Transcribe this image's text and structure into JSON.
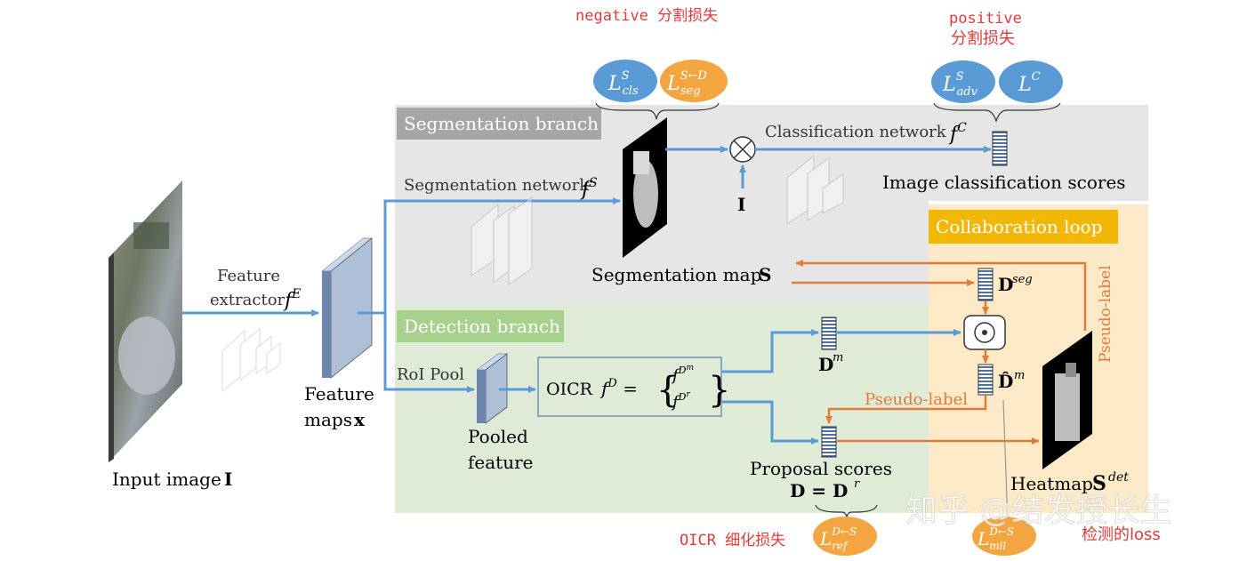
{
  "annotations": {
    "negative_seg_loss": "negative 分割损失",
    "positive_seg_loss_en": "positive",
    "positive_seg_loss_cn": "分割损失",
    "oicr_refine_loss": "OICR 细化损失",
    "detection_loss": "检测的loss"
  },
  "branches": {
    "segmentation": "Segmentation branch",
    "detection": "Detection branch",
    "collaboration": "Collaboration loop"
  },
  "labels": {
    "input_image": "Input image",
    "input_image_symbol": "I",
    "feature_extractor_1": "Feature",
    "feature_extractor_2": "extractor",
    "feature_maps_1": "Feature",
    "feature_maps_2": "maps",
    "feature_maps_symbol": "x",
    "segmentation_network": "Segmentation network",
    "classification_network": "Classification  network",
    "image_classification_scores": "Image classification scores",
    "segmentation_map": "Segmentation map",
    "segmentation_map_symbol": "S",
    "roi_pool": "RoI Pool",
    "pooled_feature_1": "Pooled",
    "pooled_feature_2": "feature",
    "oicr": "OICR",
    "proposal_scores": "Proposal scores",
    "heatmap": "Heatmap",
    "pseudo_label_horizontal": "Pseudo-label",
    "pseudo_label_vertical": "Pseudo-label",
    "image_symbol": "I",
    "d_seg": "D",
    "d_m": "D",
    "d_hat_m": "D̂",
    "d_eq": "D = D"
  },
  "losses": {
    "cls": {
      "base": "L",
      "sup": "S",
      "sub": "cls"
    },
    "seg": {
      "base": "L",
      "sup": "S←D",
      "sub": "seg"
    },
    "adv": {
      "base": "L",
      "sup": "S",
      "sub": "adv"
    },
    "c": {
      "base": "L",
      "sup": "C",
      "sub": ""
    },
    "ref": {
      "base": "L",
      "sup": "D←S",
      "sub": "ref"
    },
    "mil": {
      "base": "L",
      "sup": "D←S",
      "sub": "mil"
    }
  },
  "watermark": "知乎 @结发授长生",
  "colors": {
    "blue_arrow": "#5b9bd5",
    "orange_arrow": "#e07b39",
    "red_text": "#e03a3a",
    "seg_panel": "#e6e6e6",
    "det_panel": "#dfebd6",
    "collab_panel": "#fbe9c8",
    "loss_blue": "#5b9bd5",
    "loss_orange": "#f2a541"
  }
}
